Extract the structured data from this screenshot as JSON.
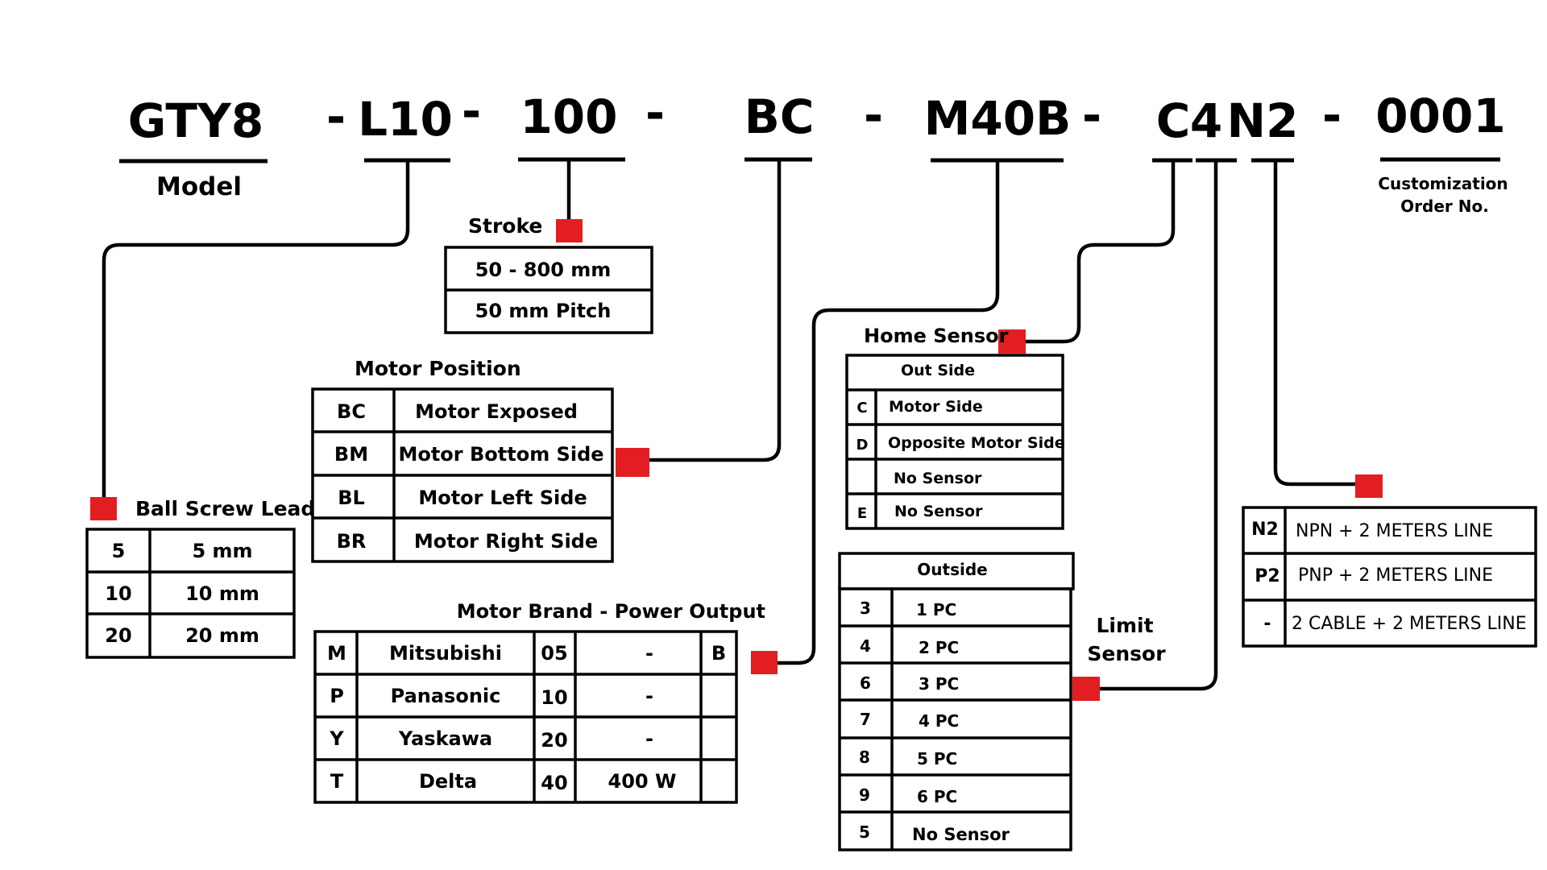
{
  "colors": {
    "marker": "#e21e22",
    "line": "#000000",
    "background": "#ffffff"
  },
  "code": {
    "model": "GTY8",
    "separator": "-",
    "lead": "L10",
    "stroke": "100",
    "motor_position": "BC",
    "motor_brand": "M40B",
    "home_sensor": "C",
    "limit_sensor": "4",
    "sensor_type": "N2",
    "order_no": "0001"
  },
  "labels": {
    "model": "Model",
    "customization_line1": "Customization",
    "customization_line2": "Order No.",
    "stroke": "Stroke",
    "motor_position": "Motor Position",
    "ball_screw_lead": "Ball Screw Lead",
    "motor_brand": "Motor Brand - Power Output",
    "home_sensor": "Home Sensor",
    "limit_sensor_line1": "Limit",
    "limit_sensor_line2": "Sensor"
  },
  "stroke_table": [
    "50 - 800 mm",
    "50 mm Pitch"
  ],
  "ball_screw_table": [
    {
      "code": "5",
      "value": "5 mm"
    },
    {
      "code": "10",
      "value": "10 mm"
    },
    {
      "code": "20",
      "value": "20 mm"
    }
  ],
  "motor_position_table": [
    {
      "code": "BC",
      "value": "Motor Exposed"
    },
    {
      "code": "BM",
      "value": "Motor Bottom Side"
    },
    {
      "code": "BL",
      "value": "Motor Left Side"
    },
    {
      "code": "BR",
      "value": "Motor Right Side"
    }
  ],
  "motor_brand_table": [
    {
      "code": "M",
      "brand": "Mitsubishi",
      "power_code": "05",
      "power": "-",
      "brake": "B"
    },
    {
      "code": "P",
      "brand": "Panasonic",
      "power_code": "10",
      "power": "-",
      "brake": ""
    },
    {
      "code": "Y",
      "brand": "Yaskawa",
      "power_code": "20",
      "power": "-",
      "brake": ""
    },
    {
      "code": "T",
      "brand": "Delta",
      "power_code": "40",
      "power": "400 W",
      "brake": ""
    }
  ],
  "home_sensor_table": {
    "header": "Out Side",
    "rows": [
      {
        "code": "C",
        "value": "Motor Side"
      },
      {
        "code": "D",
        "value": "Opposite Motor Side"
      },
      {
        "code": "",
        "value": "No Sensor"
      },
      {
        "code": "E",
        "value": "No Sensor"
      }
    ]
  },
  "limit_sensor_table": {
    "header": "Outside",
    "rows": [
      {
        "code": "3",
        "value": "1 PC"
      },
      {
        "code": "4",
        "value": "2 PC"
      },
      {
        "code": "6",
        "value": "3 PC"
      },
      {
        "code": "7",
        "value": "4 PC"
      },
      {
        "code": "8",
        "value": "5 PC"
      },
      {
        "code": "9",
        "value": "6 PC"
      },
      {
        "code": "5",
        "value": "No Sensor"
      }
    ]
  },
  "sensor_type_table": [
    {
      "code": "N2",
      "value": "NPN + 2 METERS LINE"
    },
    {
      "code": "P2",
      "value": "PNP + 2 METERS LINE"
    },
    {
      "code": "-",
      "value": "2 CABLE + 2 METERS LINE"
    }
  ]
}
